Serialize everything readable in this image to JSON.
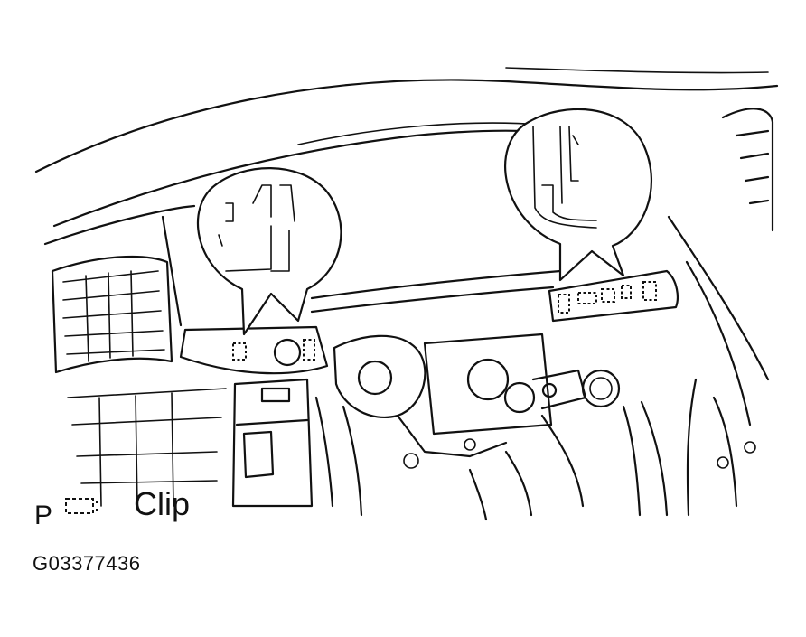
{
  "legend": {
    "symbol_letter": "P",
    "symbol_name": "clip-dashed-rect-icon",
    "label": "Clip"
  },
  "figure_code": "G03377436",
  "colors": {
    "line": "#111111",
    "background": "#ffffff"
  }
}
